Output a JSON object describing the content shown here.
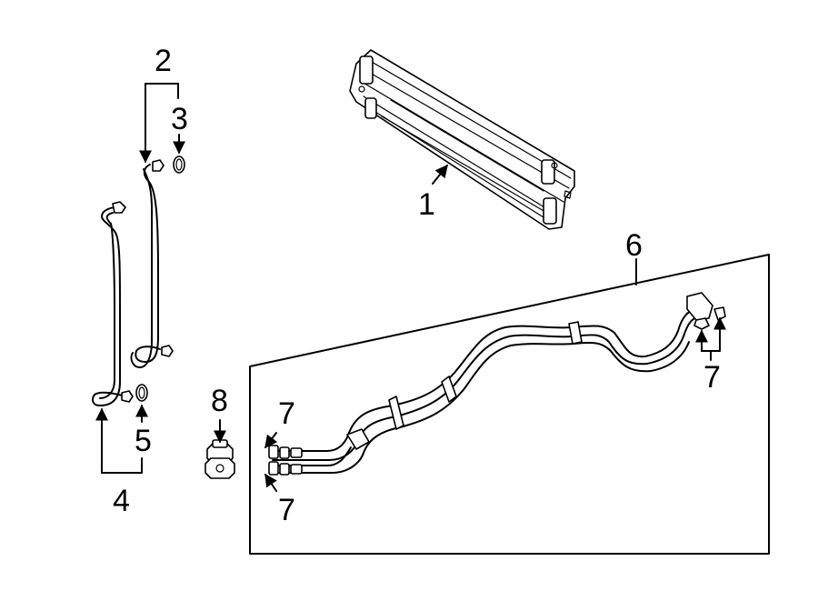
{
  "diagram": {
    "callouts": [
      {
        "id": "c1",
        "text": "1"
      },
      {
        "id": "c2",
        "text": "2"
      },
      {
        "id": "c3",
        "text": "3"
      },
      {
        "id": "c4",
        "text": "4"
      },
      {
        "id": "c5",
        "text": "5"
      },
      {
        "id": "c6",
        "text": "6"
      },
      {
        "id": "c7a",
        "text": "7"
      },
      {
        "id": "c7b",
        "text": "7"
      },
      {
        "id": "c7c",
        "text": "7"
      },
      {
        "id": "c8",
        "text": "8"
      }
    ]
  },
  "colors": {
    "background": "#ffffff",
    "line": "#000000"
  }
}
